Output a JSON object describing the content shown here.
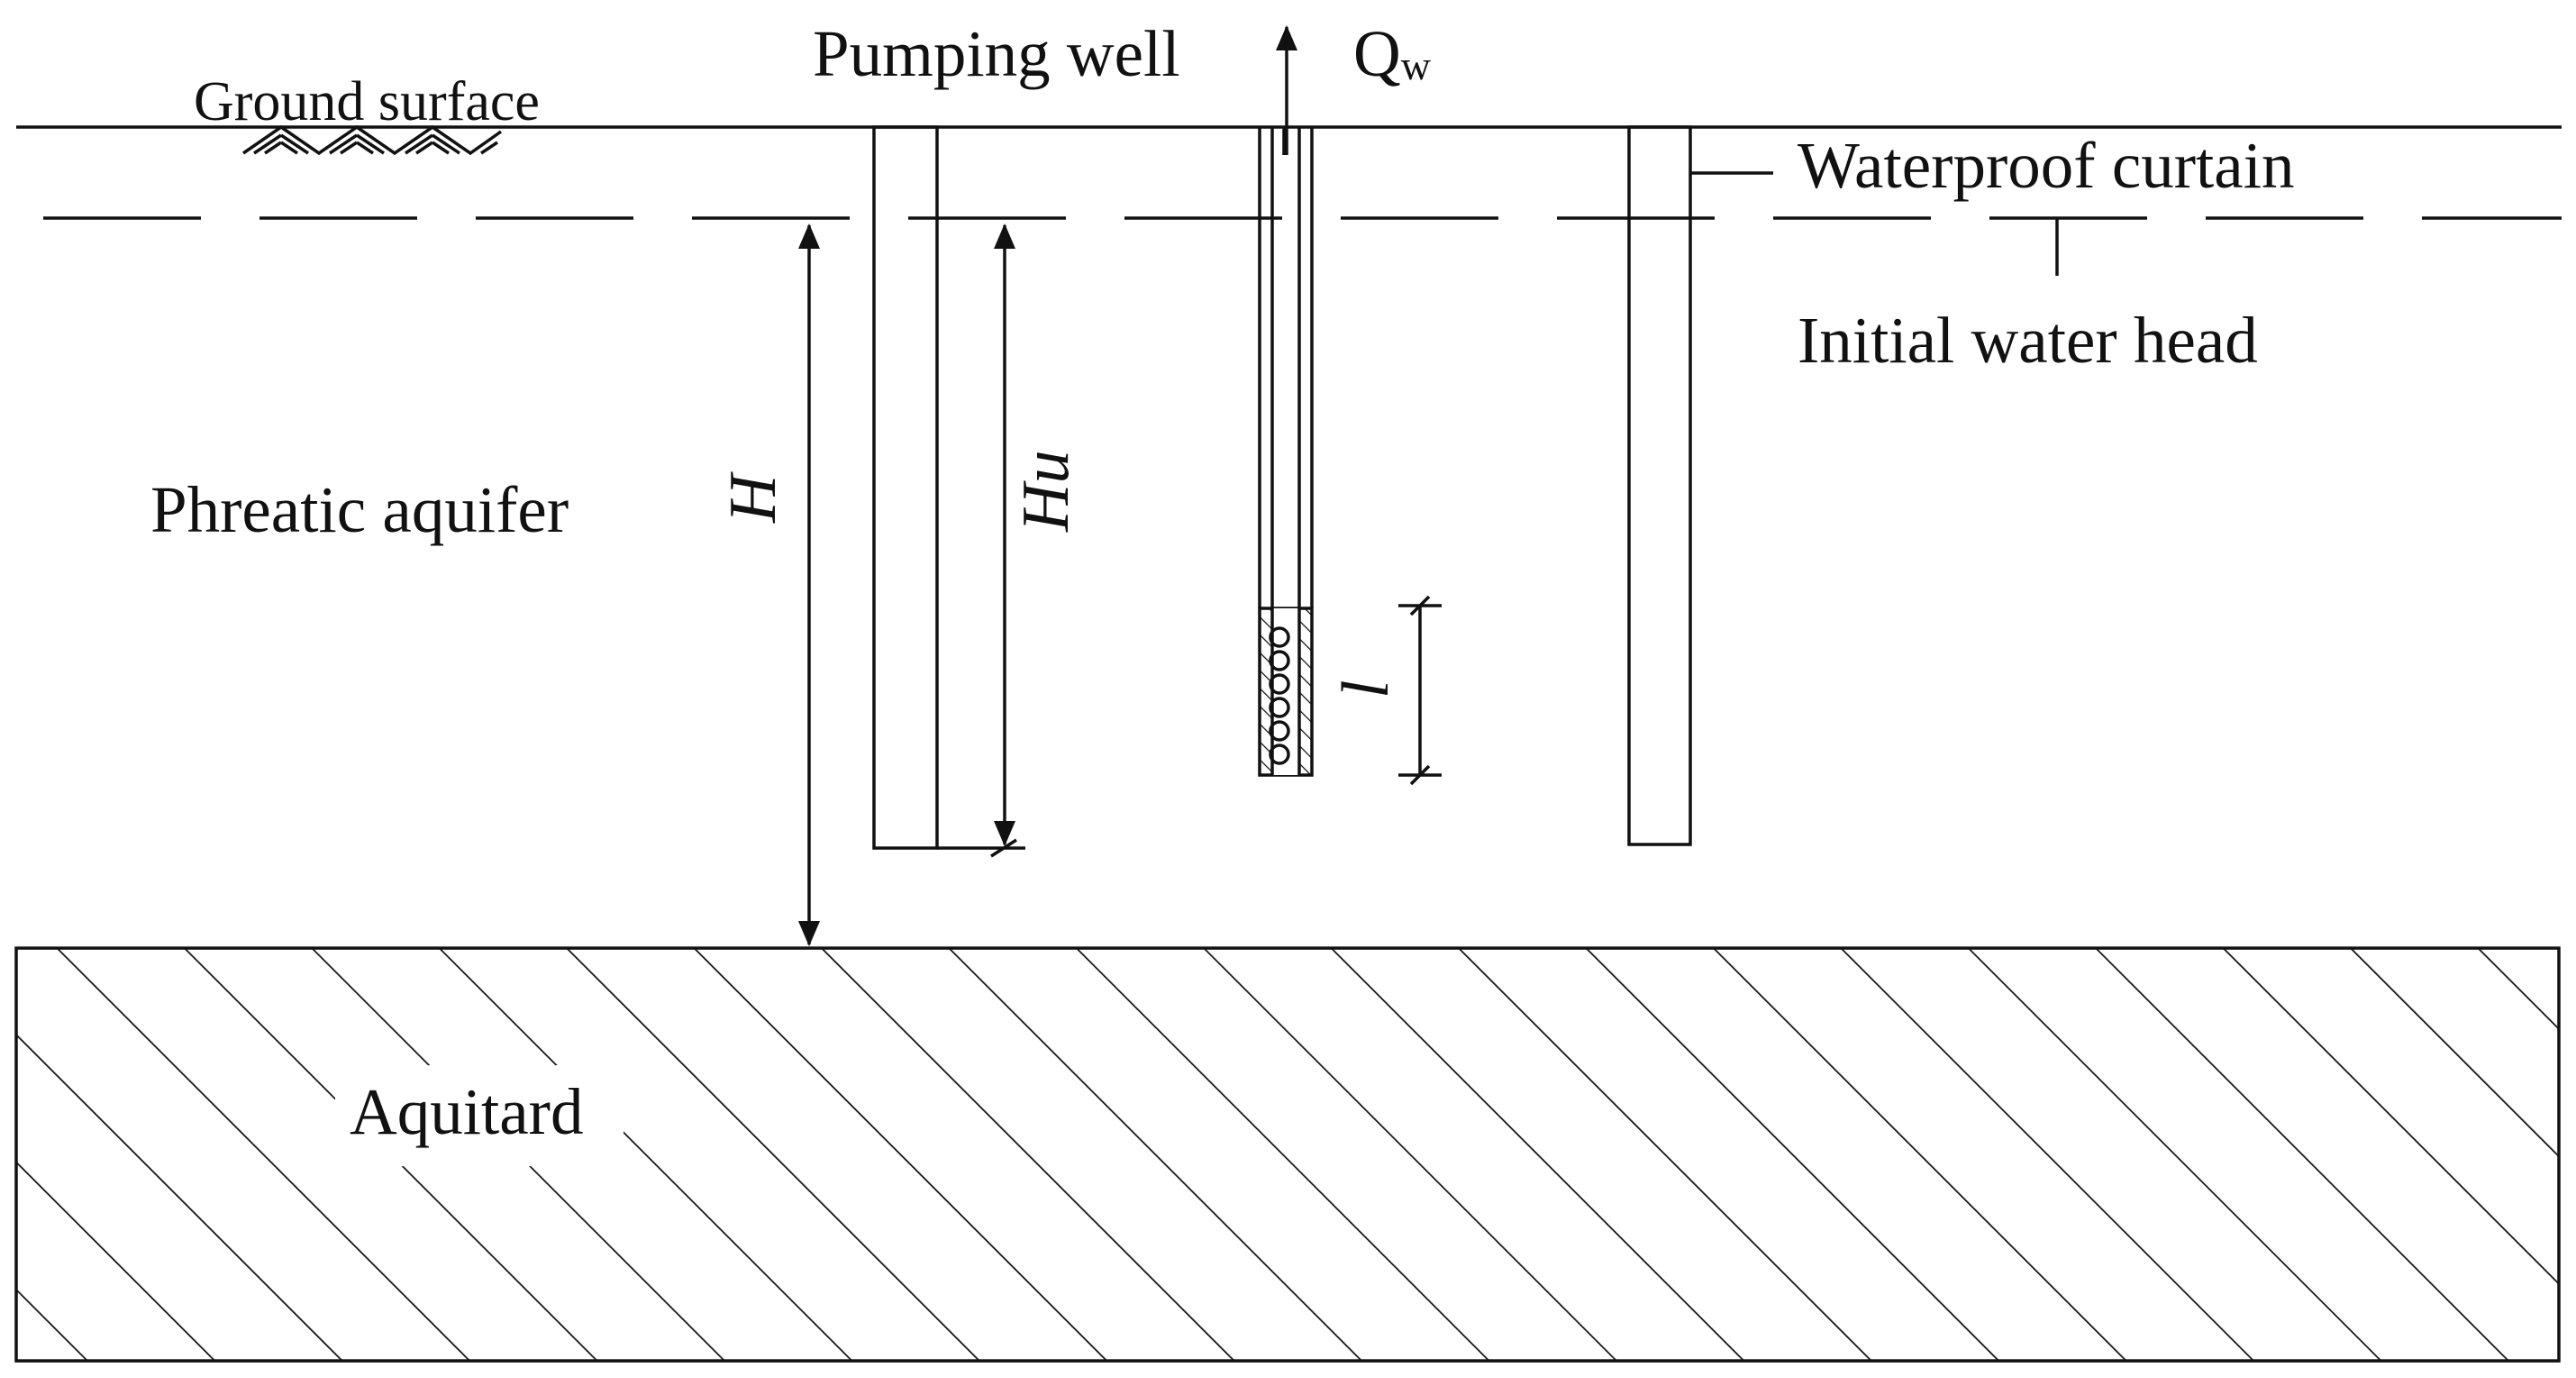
{
  "labels": {
    "ground_surface": "Ground surface",
    "pumping_well": "Pumping well",
    "flow_symbol": "Q",
    "flow_subscript": "w",
    "waterproof_curtain": "Waterproof curtain",
    "initial_water_head": "Initial water head",
    "phreatic_aquifer": "Phreatic aquifer",
    "aquitard": "Aquitard",
    "aquifer_thickness": "H",
    "curtain_depth_symbol": "H",
    "curtain_depth_subscript": "u",
    "screen_length": "l"
  },
  "colors": {
    "line": "#111111",
    "background": "#ffffff"
  }
}
